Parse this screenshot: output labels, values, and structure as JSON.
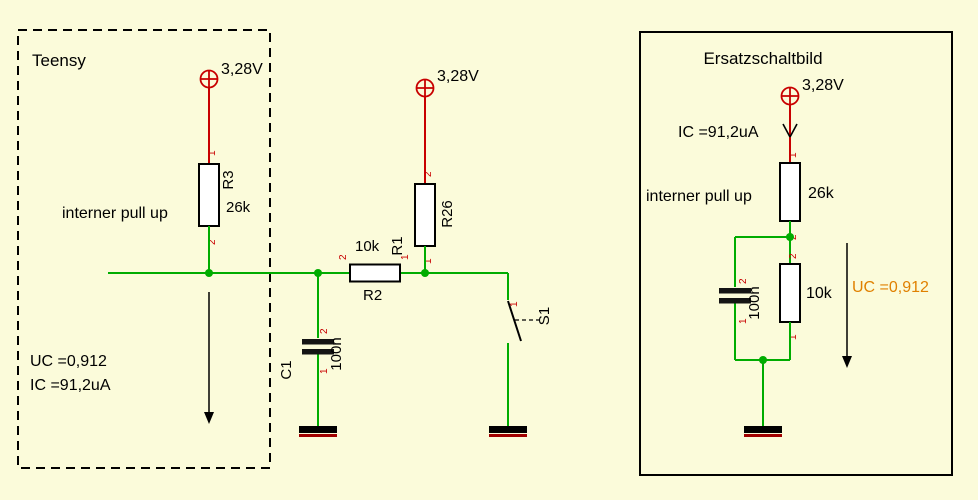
{
  "colors": {
    "background": "#FBFBDA",
    "wire_green": "#00AC00",
    "wire_red": "#C80000",
    "pin_red": "#C80000",
    "uc_orange": "#E08000",
    "outline_black": "#000000"
  },
  "teensy": {
    "title": "Teensy",
    "supply_voltage": "3,28V",
    "pullup_label": "interner pull up",
    "r3": {
      "name": "R3",
      "value": "26k",
      "pin1": "1",
      "pin2": "2"
    },
    "uc": "UC =0,912",
    "ic": "IC =91,2uA"
  },
  "main_circuit": {
    "supply_voltage": "3,28V",
    "r26": {
      "name": "R26",
      "pin2": "2",
      "pin1": "1"
    },
    "r2": {
      "name": "R2",
      "alt": "R1",
      "value": "10k",
      "pin2": "2",
      "pin1": "1"
    },
    "c1": {
      "name": "C1",
      "value": "100n",
      "pin2": "2",
      "pin1": "1"
    },
    "s1": {
      "name": "S1",
      "pin1": "1"
    }
  },
  "ersatz": {
    "title": "Ersatzschaltbild",
    "supply_voltage": "3,28V",
    "ic": "IC =91,2uA",
    "pullup_label": "interner pull up",
    "r_pullup": {
      "value": "26k",
      "pin1": "1",
      "pin2": "2"
    },
    "cap": {
      "value": "100n",
      "pin2": "2",
      "pin1": "1"
    },
    "r_load": {
      "value": "10k",
      "pin2": "2",
      "pin1": "1"
    },
    "uc": "UC =0,912"
  }
}
